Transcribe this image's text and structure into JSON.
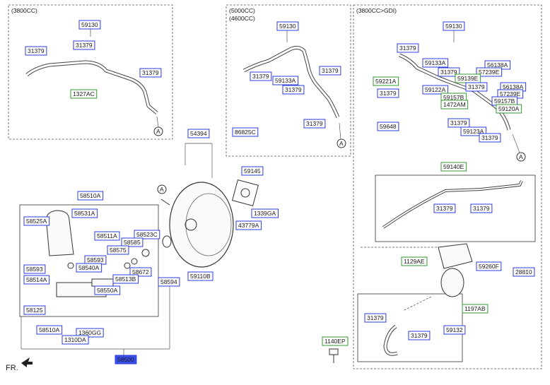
{
  "sections": {
    "left_top": "(3800CC)",
    "middle_top_1": "(5000CC)",
    "middle_top_2": "(4600CC)",
    "right": "(3800CC>GDI)"
  },
  "fr_label": "FR.",
  "callout_letter": "A",
  "labels": [
    {
      "id": "l1",
      "text": "59130",
      "color": "#2a3be0"
    },
    {
      "id": "l2",
      "text": "31379",
      "color": "#2a3be0"
    },
    {
      "id": "l3",
      "text": "31379",
      "color": "#2a3be0"
    },
    {
      "id": "l4",
      "text": "31379",
      "color": "#2a3be0"
    },
    {
      "id": "l5",
      "text": "1327AC",
      "color": "#2f9a2f"
    },
    {
      "id": "l6",
      "text": "59130",
      "color": "#2a3be0"
    },
    {
      "id": "l7",
      "text": "31379",
      "color": "#2a3be0"
    },
    {
      "id": "l8",
      "text": "59133A",
      "color": "#2a3be0"
    },
    {
      "id": "l9",
      "text": "31379",
      "color": "#2a3be0"
    },
    {
      "id": "l10",
      "text": "31379",
      "color": "#2a3be0"
    },
    {
      "id": "l11",
      "text": "31379",
      "color": "#2a3be0"
    },
    {
      "id": "l12",
      "text": "86825C",
      "color": "#2a3be0"
    },
    {
      "id": "l13",
      "text": "59130",
      "color": "#2a3be0"
    },
    {
      "id": "l14",
      "text": "31379",
      "color": "#2a3be0"
    },
    {
      "id": "l15",
      "text": "59133A",
      "color": "#2a3be0"
    },
    {
      "id": "l16",
      "text": "56138A",
      "color": "#2a3be0"
    },
    {
      "id": "l17",
      "text": "31379",
      "color": "#2a3be0"
    },
    {
      "id": "l18",
      "text": "57239E",
      "color": "#2a3be0"
    },
    {
      "id": "l19",
      "text": "59221A",
      "color": "#2f9a2f"
    },
    {
      "id": "l20",
      "text": "59139E",
      "color": "#2f9a2f"
    },
    {
      "id": "l21",
      "text": "31379",
      "color": "#2a3be0"
    },
    {
      "id": "l22",
      "text": "59122A",
      "color": "#2a3be0"
    },
    {
      "id": "l23",
      "text": "31379",
      "color": "#2a3be0"
    },
    {
      "id": "l24",
      "text": "56138A",
      "color": "#2a3be0"
    },
    {
      "id": "l25",
      "text": "57239E",
      "color": "#2a3be0"
    },
    {
      "id": "l26",
      "text": "59157B",
      "color": "#2f9a2f"
    },
    {
      "id": "l27",
      "text": "59157B",
      "color": "#2a3be0"
    },
    {
      "id": "l28",
      "text": "1472AM",
      "color": "#2f9a2f"
    },
    {
      "id": "l29",
      "text": "59120A",
      "color": "#2f9a2f"
    },
    {
      "id": "l30",
      "text": "31379",
      "color": "#2a3be0"
    },
    {
      "id": "l31",
      "text": "59648",
      "color": "#2a3be0"
    },
    {
      "id": "l32",
      "text": "59123A",
      "color": "#2a3be0"
    },
    {
      "id": "l33",
      "text": "31379",
      "color": "#2a3be0"
    },
    {
      "id": "l34",
      "text": "54394",
      "color": "#2a3be0"
    },
    {
      "id": "l35",
      "text": "59145",
      "color": "#2a3be0"
    },
    {
      "id": "l36",
      "text": "59140E",
      "color": "#2f9a2f"
    },
    {
      "id": "l37",
      "text": "58510A",
      "color": "#2a3be0"
    },
    {
      "id": "l38",
      "text": "58531A",
      "color": "#2a3be0"
    },
    {
      "id": "l39",
      "text": "1339GA",
      "color": "#2a3be0"
    },
    {
      "id": "l40",
      "text": "58525A",
      "color": "#2a3be0"
    },
    {
      "id": "l41",
      "text": "43779A",
      "color": "#2a3be0"
    },
    {
      "id": "l42",
      "text": "31379",
      "color": "#2a3be0"
    },
    {
      "id": "l43",
      "text": "31379",
      "color": "#2a3be0"
    },
    {
      "id": "l44",
      "text": "58511A",
      "color": "#2a3be0"
    },
    {
      "id": "l45",
      "text": "58523C",
      "color": "#2a3be0"
    },
    {
      "id": "l46",
      "text": "58585",
      "color": "#2a3be0"
    },
    {
      "id": "l47",
      "text": "58575",
      "color": "#2a3be0"
    },
    {
      "id": "l48",
      "text": "1129AE",
      "color": "#2f9a2f"
    },
    {
      "id": "l49",
      "text": "58593",
      "color": "#2a3be0"
    },
    {
      "id": "l50",
      "text": "58593",
      "color": "#2a3be0"
    },
    {
      "id": "l51",
      "text": "58540A",
      "color": "#2a3be0"
    },
    {
      "id": "l52",
      "text": "58672",
      "color": "#2a3be0"
    },
    {
      "id": "l53",
      "text": "59110B",
      "color": "#2a3be0"
    },
    {
      "id": "l54",
      "text": "59260F",
      "color": "#2a3be0"
    },
    {
      "id": "l55",
      "text": "28810",
      "color": "#2a3be0"
    },
    {
      "id": "l56",
      "text": "58514A",
      "color": "#2a3be0"
    },
    {
      "id": "l57",
      "text": "58513B",
      "color": "#2a3be0"
    },
    {
      "id": "l58",
      "text": "58594",
      "color": "#2a3be0"
    },
    {
      "id": "l59",
      "text": "58550A",
      "color": "#2a3be0"
    },
    {
      "id": "l60",
      "text": "1197AB",
      "color": "#2f9a2f"
    },
    {
      "id": "l61",
      "text": "58125",
      "color": "#2a3be0"
    },
    {
      "id": "l62",
      "text": "31379",
      "color": "#2a3be0"
    },
    {
      "id": "l63",
      "text": "59132",
      "color": "#2a3be0"
    },
    {
      "id": "l64",
      "text": "58510A",
      "color": "#2a3be0"
    },
    {
      "id": "l65",
      "text": "1360GG",
      "color": "#2a3be0"
    },
    {
      "id": "l66",
      "text": "31379",
      "color": "#2a3be0"
    },
    {
      "id": "l67",
      "text": "1310DA",
      "color": "#2a3be0"
    },
    {
      "id": "l68",
      "text": "1140EP",
      "color": "#2f9a2f"
    },
    {
      "id": "l69",
      "text": "58500",
      "color": "#2a3be0",
      "highlight": true
    }
  ]
}
